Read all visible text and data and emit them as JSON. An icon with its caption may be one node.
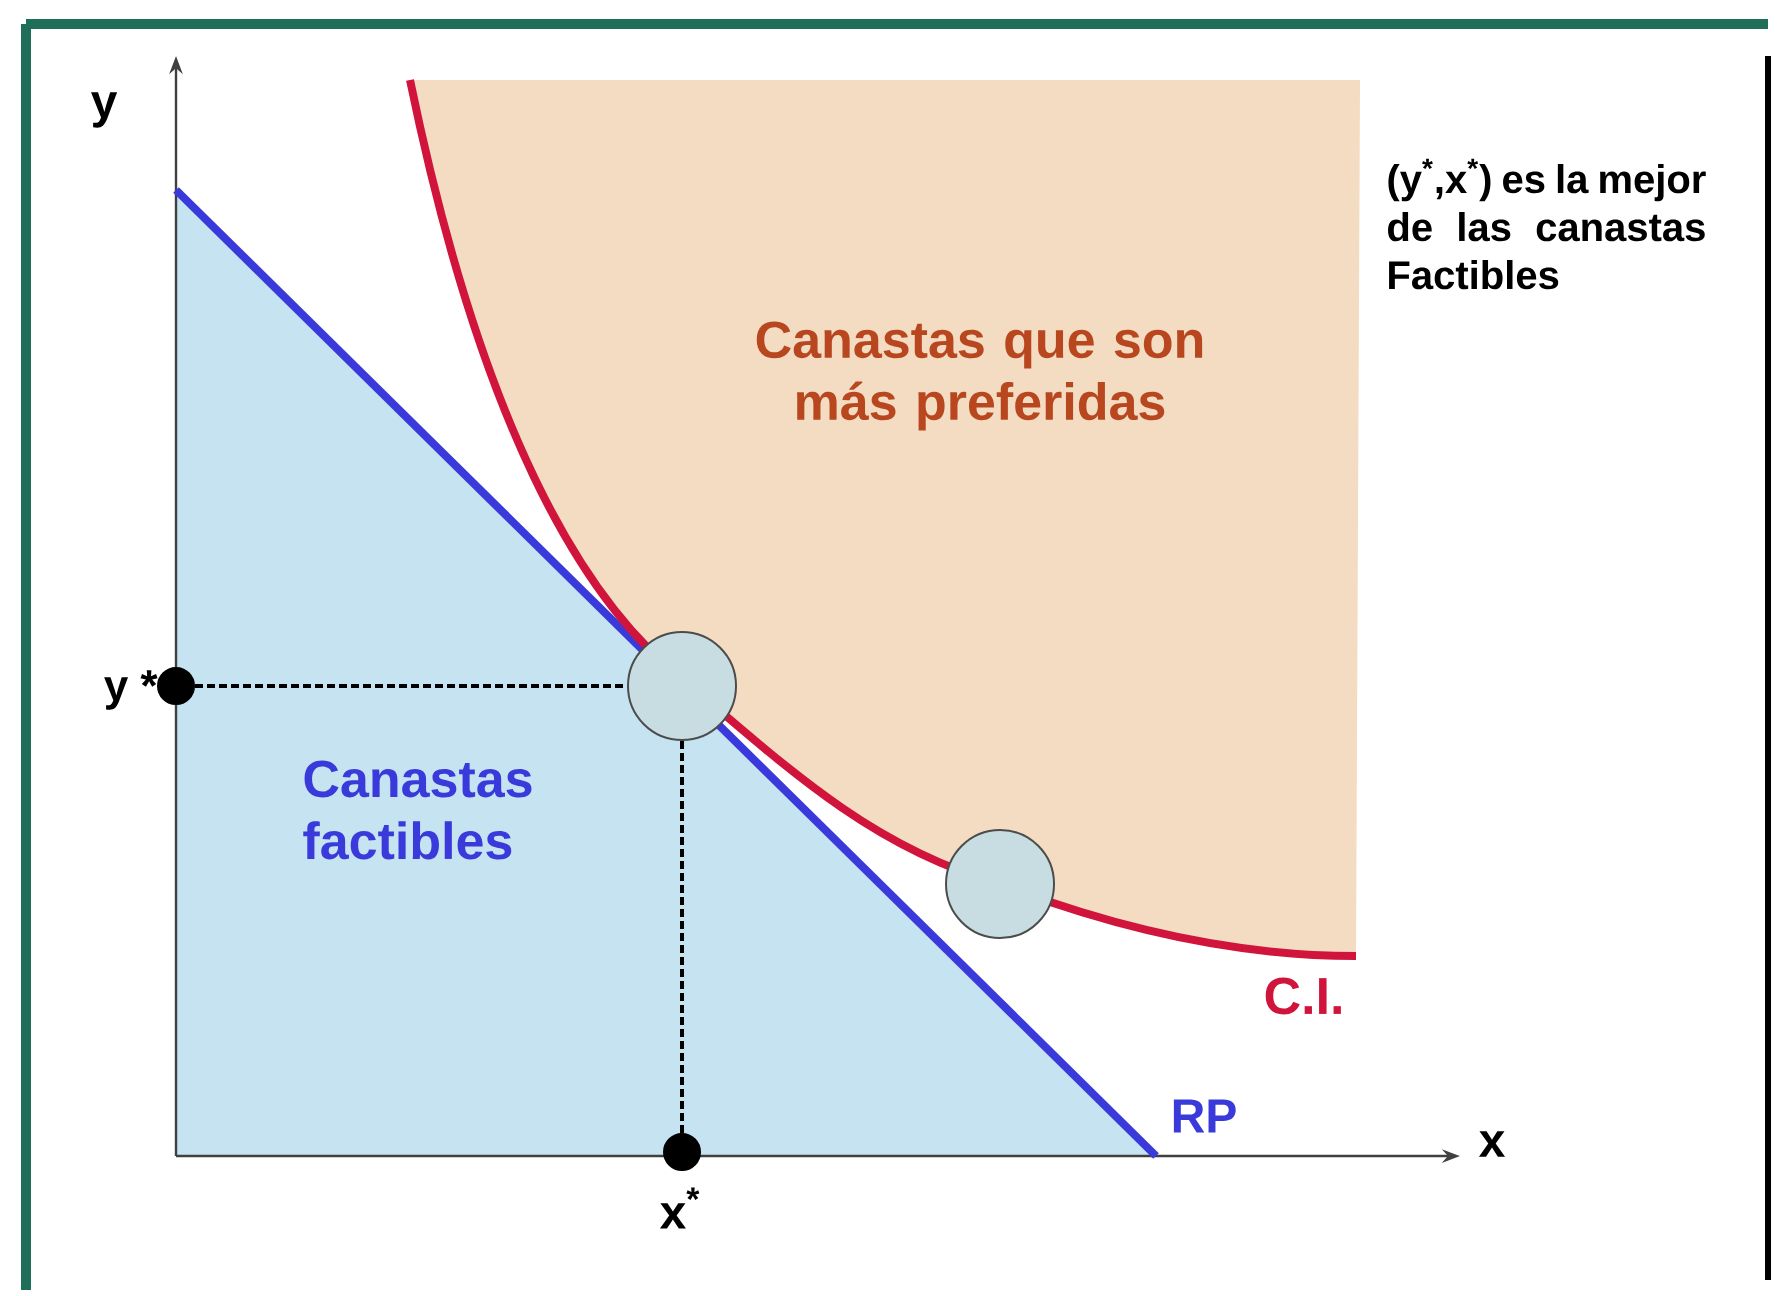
{
  "diagram": {
    "nodes": [
      {
        "text": [],
        "shape": "circle"
      },
      {
        "text": [],
        "shape": "circle"
      },
      {
        "text": [],
        "shape": "circle"
      },
      {
        "text": [],
        "shape": "circle"
      }
    ],
    "edges": [
      {
        "from": 2,
        "to": 0,
        "arrow": "none",
        "style": "dashed"
      },
      {
        "from": 3,
        "to": 0,
        "arrow": "none",
        "style": "dashed"
      }
    ],
    "labels": [
      "y",
      "x",
      "y *",
      "x$^{*}$",
      "Canastas que son más preferidas",
      "Canastas factibles",
      "C.I.",
      "RP",
      "(y$^{*}$,x$^{*}$) es la mejor de las canastas Factibles"
    ]
  }
}
